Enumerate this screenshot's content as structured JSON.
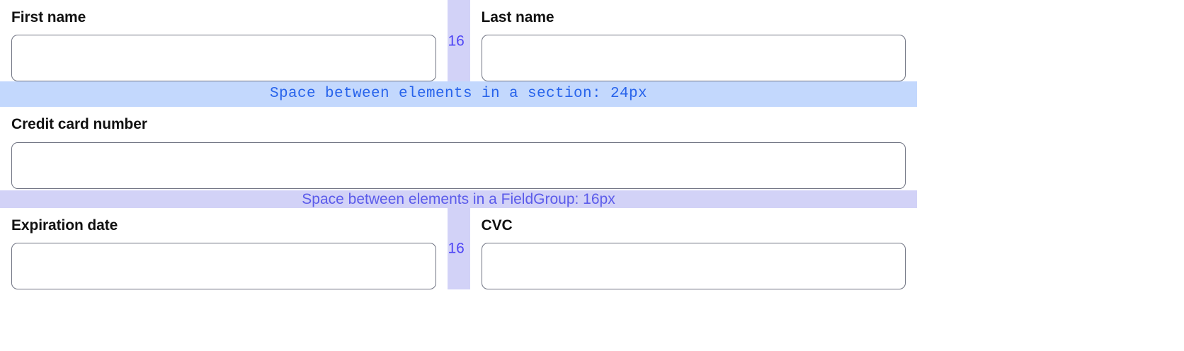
{
  "form": {
    "rows": [
      {
        "id": "name-row",
        "left": {
          "label": "First name",
          "value": "",
          "placeholder": ""
        },
        "gap": {
          "value": "16",
          "unit": "px"
        },
        "right": {
          "label": "Last name",
          "value": "",
          "placeholder": ""
        }
      },
      {
        "id": "expiry-row",
        "left": {
          "label": "Expiration date",
          "value": "",
          "placeholder": ""
        },
        "gap": {
          "value": "16",
          "unit": "px"
        },
        "right": {
          "label": "CVC",
          "value": "",
          "placeholder": ""
        }
      }
    ],
    "card_number": {
      "label": "Credit card number",
      "value": "",
      "placeholder": ""
    }
  },
  "annotations": {
    "section_spacing": {
      "text": "Space between elements in a section: 24px",
      "size": "24px",
      "background": "#c3d8fd",
      "color": "#2763eb"
    },
    "fieldgroup_spacing": {
      "text": "Space between elements in a FieldGroup: 16px",
      "size": "16px",
      "background": "#d2d2f7",
      "color": "#5b5bea"
    }
  }
}
